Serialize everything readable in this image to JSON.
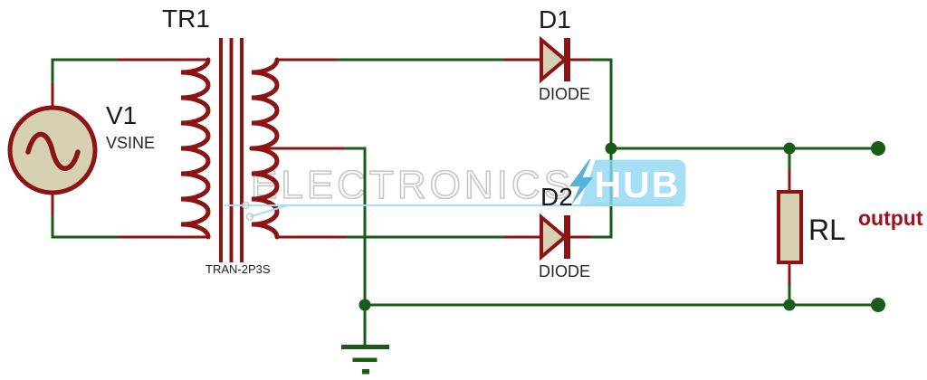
{
  "watermark": {
    "brand_left": "ELECTRONICS",
    "brand_right": "HUB"
  },
  "components": {
    "transformer": {
      "ref": "TR1",
      "type": "TRAN-2P3S"
    },
    "source": {
      "ref": "V1",
      "type": "VSINE"
    },
    "diode_top": {
      "ref": "D1",
      "type": "DIODE"
    },
    "diode_bottom": {
      "ref": "D2",
      "type": "DIODE"
    },
    "load_resistor": {
      "ref": "RL"
    }
  },
  "annotations": {
    "output_label": "output"
  },
  "colors": {
    "wire_green": "#175c17",
    "component_red": "#8c1414",
    "component_fill_tan": "#d5d1b2",
    "label_black": "#1b1b1b",
    "output_text_red": "#9a1220",
    "watermark_gray": "#c6c6c6",
    "watermark_blue_box": "#8fd7f4",
    "watermark_bolt_blue": "#44abdd",
    "watermark_line_blue": "#a9def5",
    "background": "#ffffff"
  }
}
